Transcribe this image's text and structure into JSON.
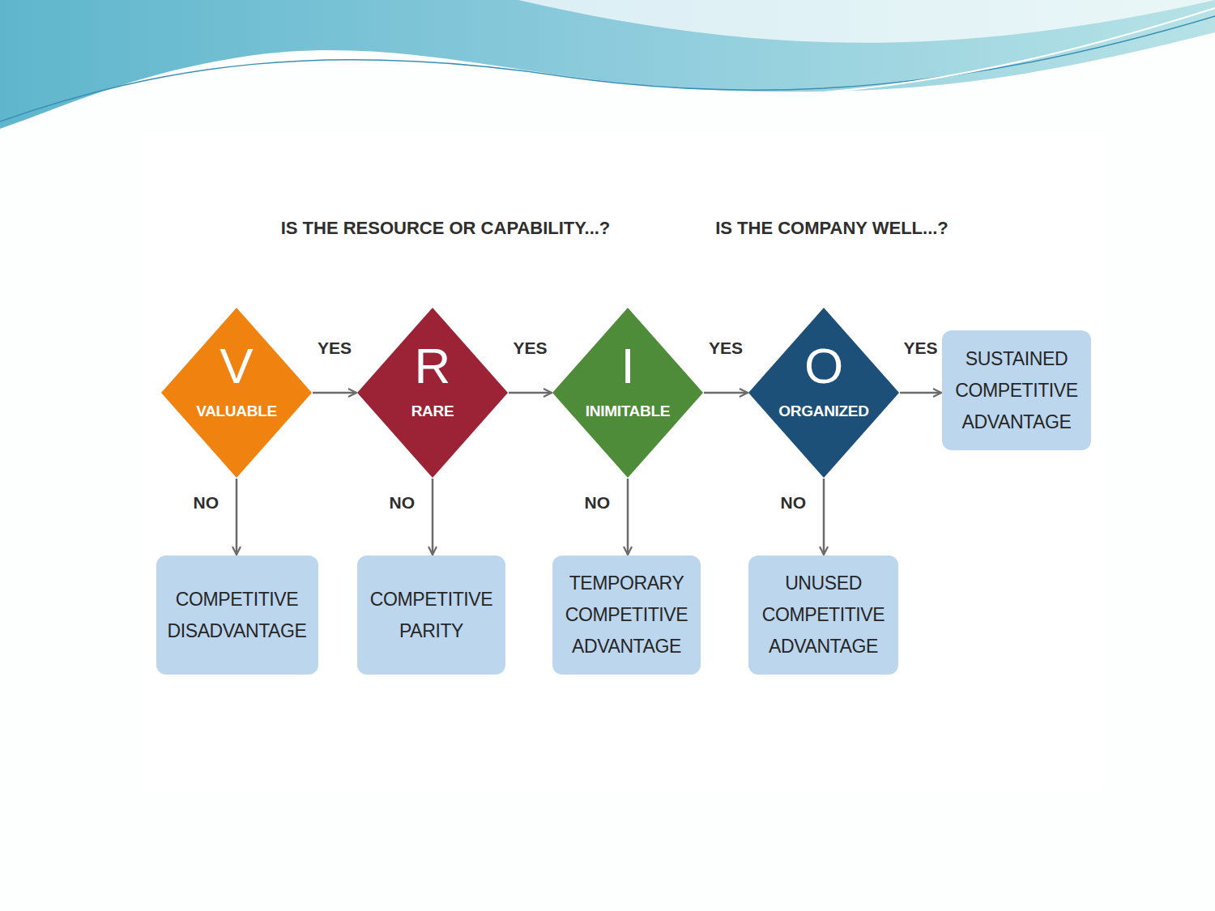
{
  "diagram": {
    "nodes": [
      {
        "text": [
          "V",
          "VALUABLE"
        ]
      },
      {
        "text": [
          "R",
          "RARE"
        ]
      },
      {
        "text": [
          "I",
          "INIMITABLE"
        ]
      },
      {
        "text": [
          "O",
          "ORGANIZED"
        ]
      },
      {
        "text": [
          "SUSTAINED COMPETITIVE ADVANTAGE"
        ]
      },
      {
        "text": [
          "COMPETITIVE DISADVANTAGE"
        ]
      },
      {
        "text": [
          "COMPETITIVE PARITY"
        ]
      },
      {
        "text": [
          "TEMPORARY COMPETITIVE ADVANTAGE"
        ]
      },
      {
        "text": [
          "UNUSED COMPETITIVE ADVANTAGE"
        ]
      }
    ],
    "edges": [
      {
        "from": 0,
        "to": 1,
        "arrow": "to",
        "label": "YES"
      },
      {
        "from": 1,
        "to": 2,
        "arrow": "to",
        "label": "YES"
      },
      {
        "from": 2,
        "to": 3,
        "arrow": "to",
        "label": "YES"
      },
      {
        "from": 3,
        "to": 4,
        "arrow": "to",
        "label": "YES"
      },
      {
        "from": 0,
        "to": 5,
        "arrow": "to",
        "label": "NO"
      },
      {
        "from": 1,
        "to": 6,
        "arrow": "to",
        "label": "NO"
      },
      {
        "from": 2,
        "to": 7,
        "arrow": "to",
        "label": "NO"
      },
      {
        "from": 3,
        "to": 8,
        "arrow": "to",
        "label": "NO"
      }
    ],
    "labels": [
      "IS THE RESOURCE OR CAPABILITY...?",
      "IS THE COMPANY WELL...?"
    ]
  }
}
